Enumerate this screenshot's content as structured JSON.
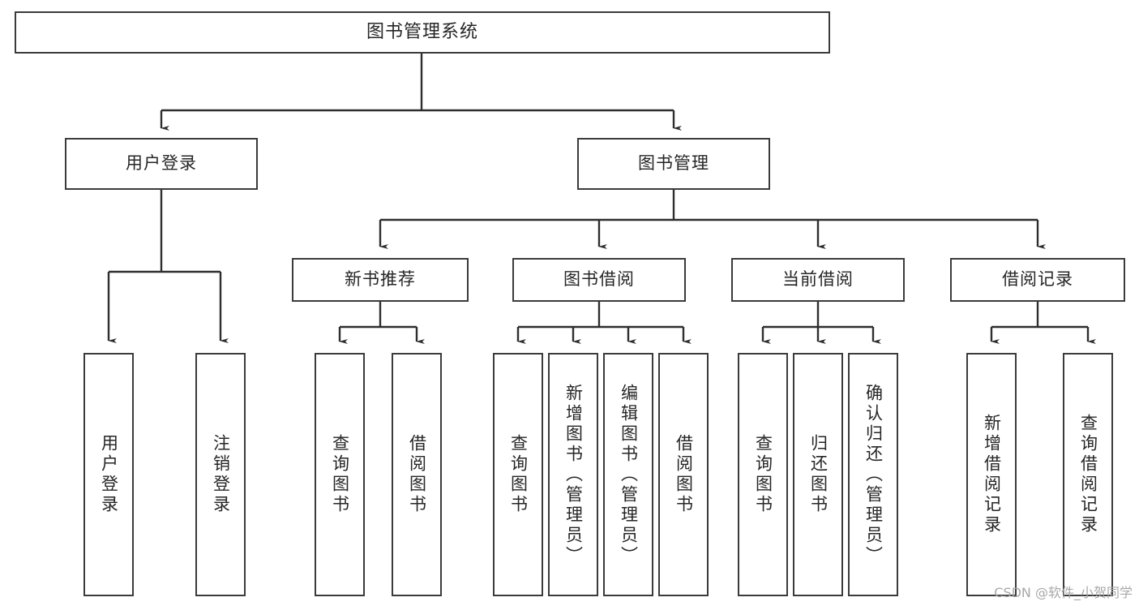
{
  "diagram": {
    "title": "图书管理系统",
    "watermark": "CSDN @软件_小贺同学",
    "levels": {
      "root": {
        "label": "图书管理系统"
      },
      "level1": [
        {
          "label": "用户登录"
        },
        {
          "label": "图书管理"
        }
      ],
      "level2": [
        {
          "label": "新书推荐"
        },
        {
          "label": "图书借阅"
        },
        {
          "label": "当前借阅"
        },
        {
          "label": "借阅记录"
        }
      ],
      "leaves": {
        "user_login": [
          {
            "label": "用户登录"
          },
          {
            "label": "注销登录"
          }
        ],
        "new_book_recommend": [
          {
            "label": "查询图书"
          },
          {
            "label": "借阅图书"
          }
        ],
        "book_borrow": [
          {
            "label": "查询图书"
          },
          {
            "label": "新增图书（管理员）"
          },
          {
            "label": "编辑图书（管理员）"
          },
          {
            "label": "借阅图书"
          }
        ],
        "current_borrow": [
          {
            "label": "查询图书"
          },
          {
            "label": "归还图书"
          },
          {
            "label": "确认归还（管理员）"
          }
        ],
        "borrow_record": [
          {
            "label": "新增借阅记录"
          },
          {
            "label": "查询借阅记录"
          }
        ]
      }
    },
    "colors": {
      "border": "#3b3b3b",
      "text": "#262626",
      "background": "#ffffff",
      "watermark": "#a8a8a8"
    }
  }
}
